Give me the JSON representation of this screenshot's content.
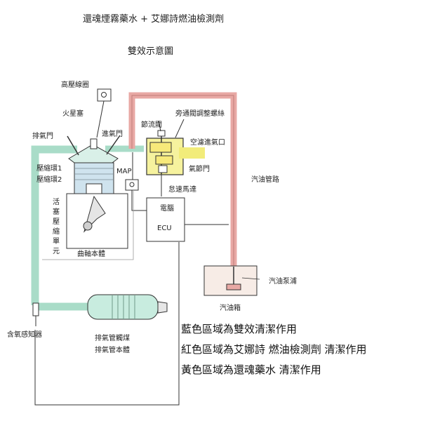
{
  "title_line1": "還魂煙霧藥水 +  艾娜詩燃油檢測劑",
  "title_line2": "雙效示意圖",
  "labels": {
    "ignition_coil": "高壓線圈",
    "spark_plug": "火星塞",
    "exhaust_valve": "排氣門",
    "intake_valve": "進氣門",
    "throttle_valve": "節流閥",
    "bypass_screw": "旁通閥調整螺絲",
    "air_intake": "空濾進氣口",
    "throttle_gate": "氣節門",
    "map_sensor": "MAP",
    "idle_motor": "怠速馬達",
    "compression_ring_1": "壓縮環1",
    "compression_ring_2": "壓縮環2",
    "piston_text": "活塞壓縮單元",
    "crank_body": "曲軸本體",
    "ecu_line1": "電腦",
    "ecu_line2": "ECU",
    "fuel_line": "汽油管路",
    "fuel_pump": "汽油泵浦",
    "fuel_tank": "汽油箱",
    "o2_sensor": "含氧感知器",
    "catalyst_line1": "排氣管觸煤",
    "catalyst_line2": "排氣管本體"
  },
  "legend": {
    "blue": "藍色區域為雙效清潔作用",
    "red": "紅色區域為艾娜詩 燃油檢測劑 清潔作用",
    "yellow": "黃色區域為還魂藥水 清潔作用"
  },
  "colors": {
    "blue_zone": "#a9dcc8",
    "red_zone": "#e8a8a4",
    "yellow_zone": "#f2ec7a",
    "line": "#333333"
  }
}
